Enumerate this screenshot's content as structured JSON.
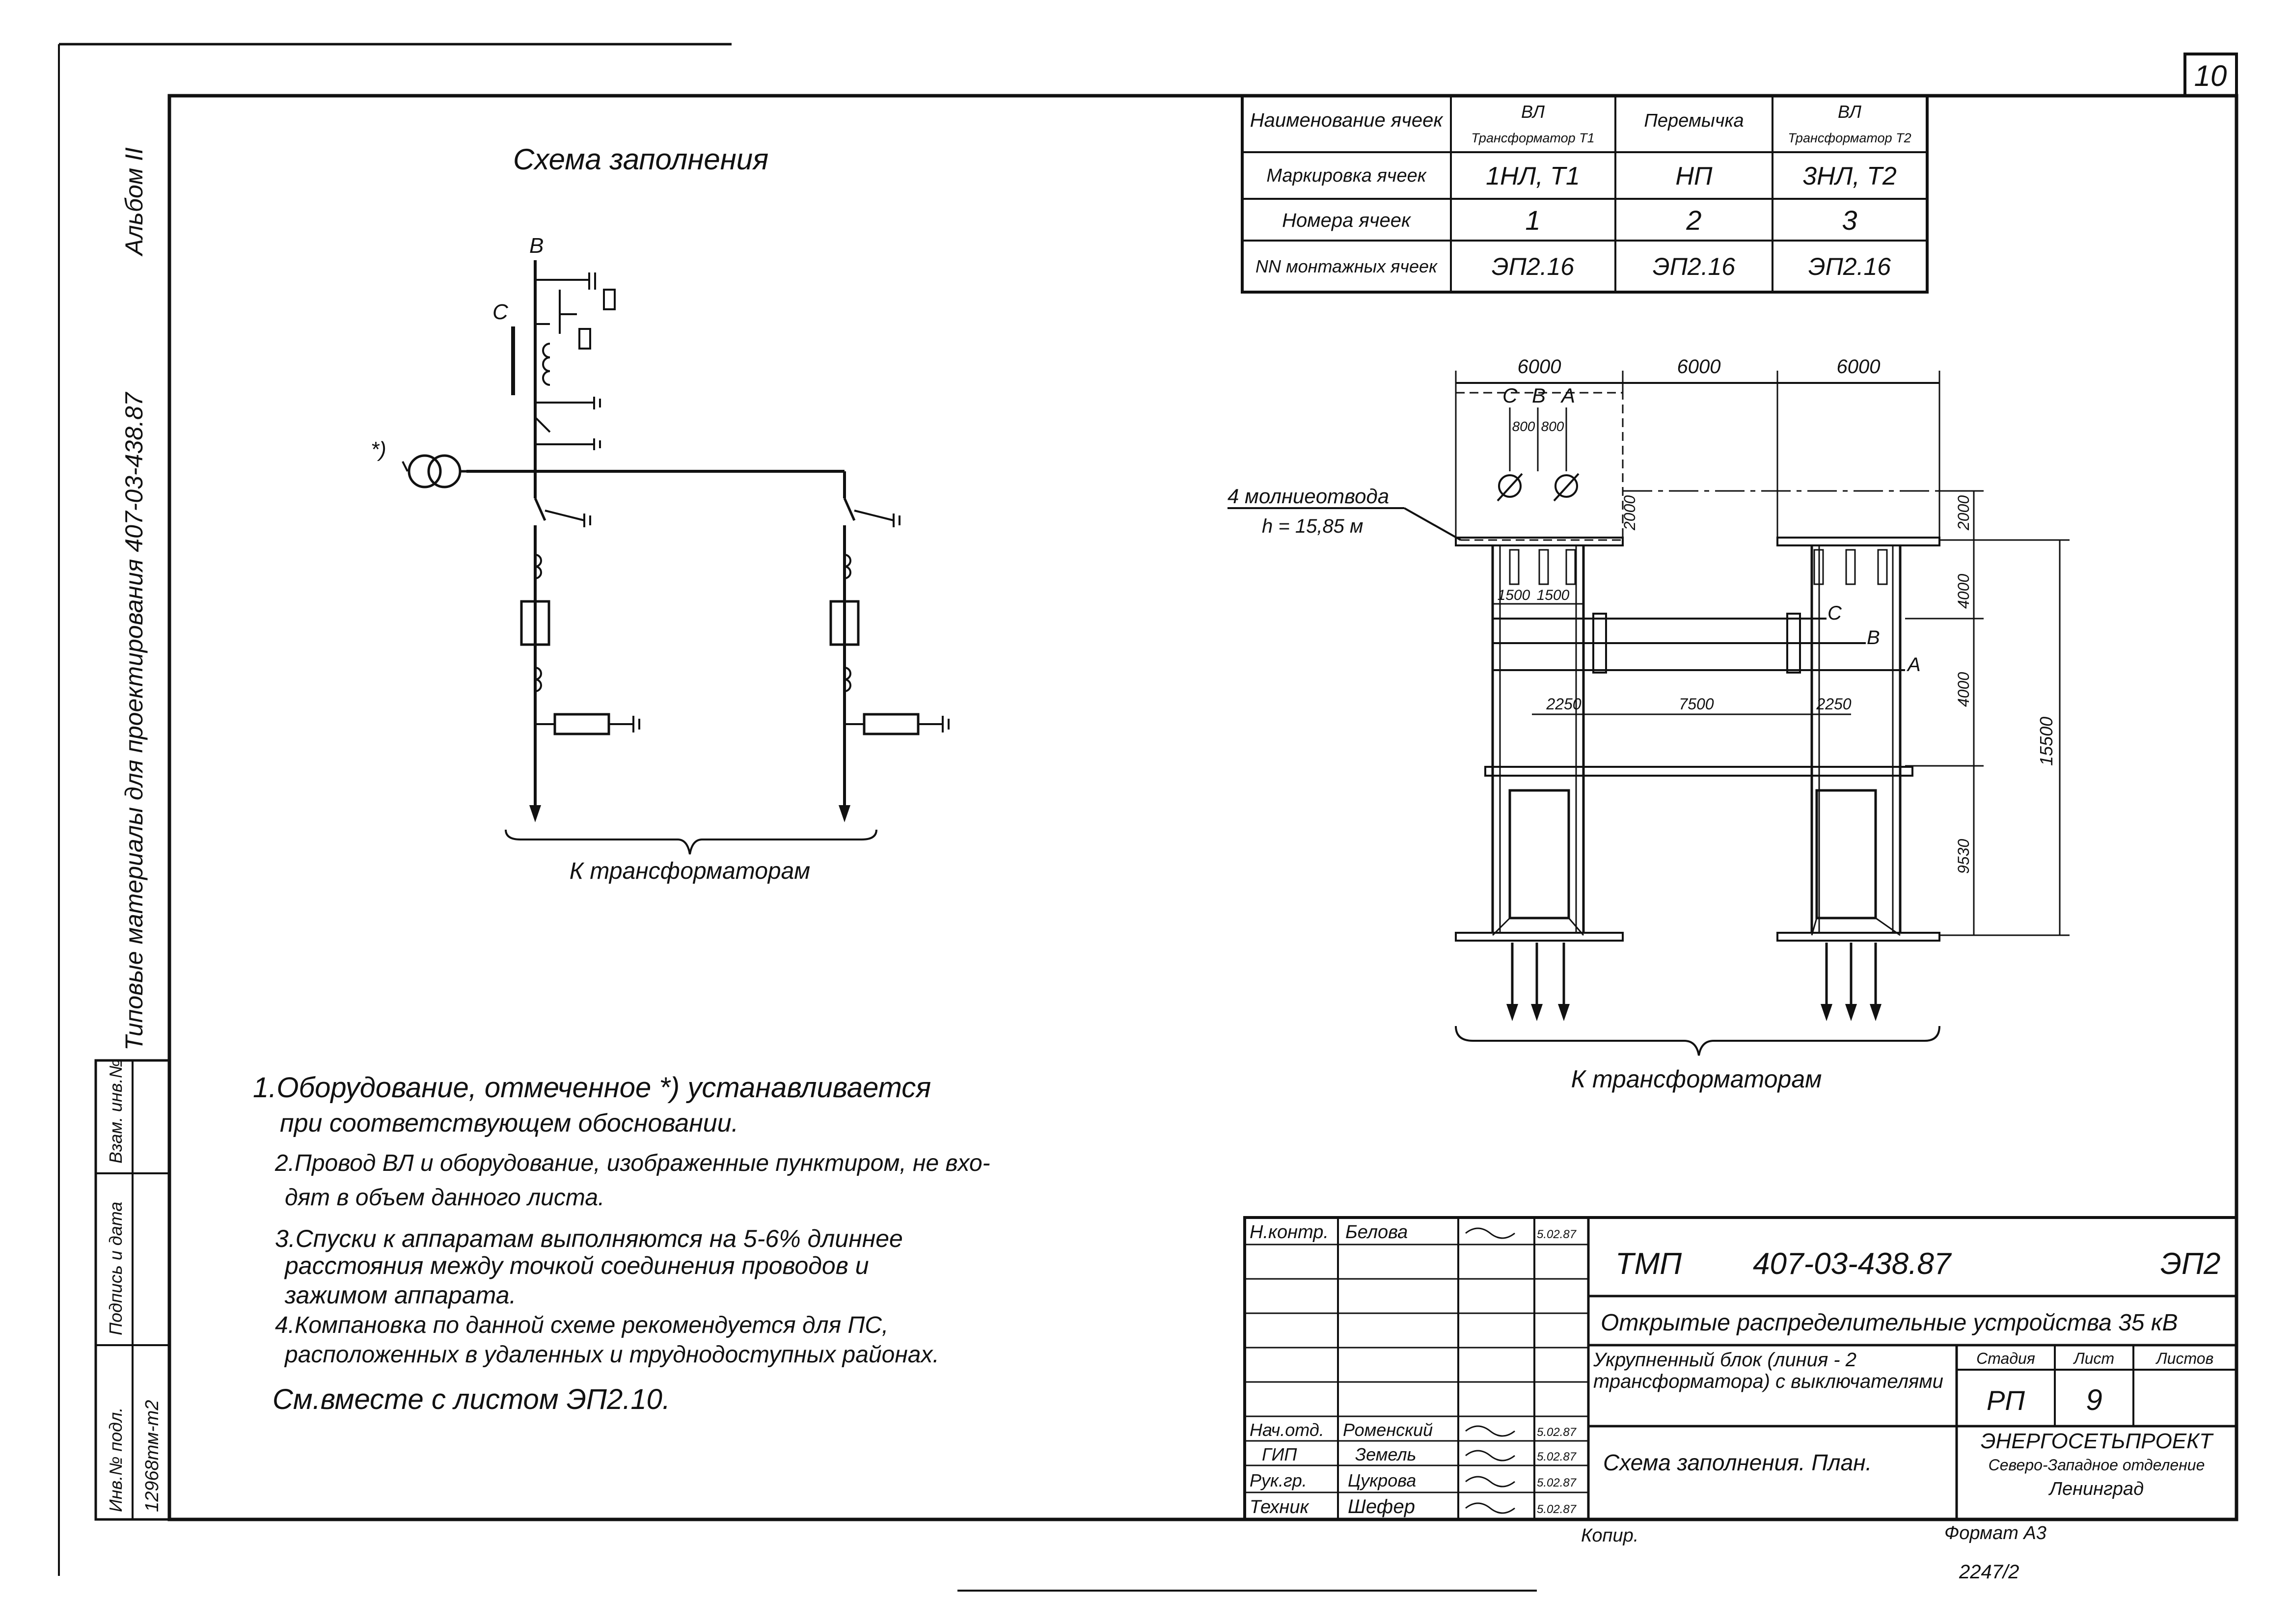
{
  "sheet_number": "10",
  "album": {
    "series": "Типовые материалы для проектирования 407-03-438.87",
    "label": "Альбом II"
  },
  "scheme": {
    "title": "Схема заполнения",
    "caption": "К трансформаторам",
    "bus_labels": [
      "В",
      "С"
    ],
    "asterisk": "*)"
  },
  "cells_table": {
    "rows": [
      {
        "header": "Наименование ячеек",
        "c1": "ВЛ",
        "c1_sub": "Трансформатор Т1",
        "c2": "Перемычка",
        "c3": "ВЛ",
        "c3_sub": "Трансформатор Т2"
      },
      {
        "header": "Маркировка ячеек",
        "c1": "1НЛ, Т1",
        "c2": "НП",
        "c3": "3НЛ, Т2"
      },
      {
        "header": "Номера ячеек",
        "c1": "1",
        "c2": "2",
        "c3": "3"
      },
      {
        "header": "NN монтажных ячеек",
        "c1": "ЭП2.16",
        "c2": "ЭП2.16",
        "c3": "ЭП2.16"
      }
    ]
  },
  "plan": {
    "dims_top": [
      "6000",
      "6000",
      "6000"
    ],
    "phases": [
      "С",
      "В",
      "А"
    ],
    "phases_right": [
      "С",
      "В",
      "А"
    ],
    "small_dims": [
      "800",
      "800",
      "1500",
      "1500",
      "2250",
      "7500",
      "2250"
    ],
    "lightning_note": "4 молниеотвода",
    "lightning_height": "h = 15,85 м",
    "dims_right": [
      "2000",
      "2000",
      "4000",
      "4000",
      "9530",
      "15500"
    ],
    "caption": "К трансформаторам"
  },
  "notes": [
    "1.Оборудование, отмеченное *) устанавливается",
    "при соответствующем обосновании.",
    "2.Провод ВЛ и оборудование, изображенные пунктиром, не вхо-",
    "дят в объем данного листа.",
    "3.Спуски к аппаратам выполняются на 5-6% длиннее",
    "расстояния между точкой соединения проводов и",
    "зажимом аппарата.",
    "4.Компановка по данной схеме рекомендуется для ПС,",
    "расположенных в удаленных и труднодоступных районах.",
    "См.вместе с листом ЭП2.10."
  ],
  "stamp": {
    "code_prefix": "ТМП",
    "code": "407-03-438.87",
    "mark": "ЭП2",
    "object_title": "Открытые распределительные устройства 35 кВ",
    "block_title": "Укрупненный блок (линия - 2 трансформатора) с выключателями",
    "stage_header": "Стадия",
    "sheet_header": "Лист",
    "sheets_header": "Листов",
    "stage": "РП",
    "sheet": "9",
    "drawing_title": "Схема заполнения. План.",
    "org_name": "ЭНЕРГОСЕТЬПРОЕКТ",
    "org_branch": "Северо-Западное отделение",
    "org_city": "Ленинград",
    "persons": [
      {
        "role": "Н.контр.",
        "name": "Белова",
        "date": "5.02.87"
      },
      {
        "role": "Нач.отд.",
        "name": "Роменский",
        "date": "5.02.87"
      },
      {
        "role": "ГИП",
        "name": "Земель",
        "date": "5.02.87"
      },
      {
        "role": "Рук.гр.",
        "name": "Цукрова",
        "date": "5.02.87"
      },
      {
        "role": "Техник",
        "name": "Шефер",
        "date": "5.02.87"
      }
    ],
    "copied": "Копир.",
    "format": "Формат А3",
    "order_number": "2247/2"
  },
  "side_stamp": {
    "inv_label": "Инв.№ подл.",
    "sign_label": "Подпись и дата",
    "replace_label": "Взам. инв.№",
    "inv_value": "12968тм-т2"
  }
}
